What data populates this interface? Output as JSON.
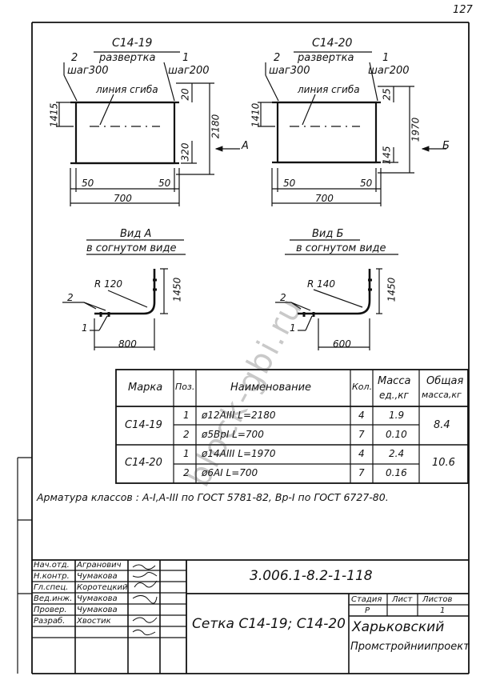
{
  "page_number": "127",
  "mesh1": {
    "title": "С14-19",
    "subtitle": "развертка",
    "pos2": "2",
    "step2": "шаг300",
    "pos1": "1",
    "step1": "шаг200",
    "bend_line": "линия сгиба",
    "dim_left": "1415",
    "dim_top_right": "20",
    "dim_height": "2180",
    "dim_lower": "320",
    "dim_bl": "50",
    "dim_br": "50",
    "dim_width": "700",
    "view_arrow": "А"
  },
  "mesh2": {
    "title": "С14-20",
    "subtitle": "развертка",
    "pos2": "2",
    "step2": "шаг300",
    "pos1": "1",
    "step1": "шаг200",
    "bend_line": "линия сгиба",
    "dim_left": "1410",
    "dim_top_right": "25",
    "dim_height": "1970",
    "dim_lower": "145",
    "dim_bl": "50",
    "dim_br": "50",
    "dim_width": "700",
    "view_arrow": "Б"
  },
  "viewA": {
    "title": "Вид А",
    "subtitle": "в согнутом виде",
    "radius": "R 120",
    "height": "1450",
    "length": "800",
    "pos2": "2",
    "pos1": "1"
  },
  "viewB": {
    "title": "Вид Б",
    "subtitle": "в согнутом виде",
    "radius": "R 140",
    "height": "1450",
    "length": "600",
    "pos2": "2",
    "pos1": "1"
  },
  "spec": {
    "headers": {
      "mark": "Марка",
      "pos": "Поз.",
      "name": "Наименование",
      "qty": "Кол.",
      "mass_unit_1": "Масса",
      "mass_unit_2": "ед.,кг",
      "mass_total_1": "Общая",
      "mass_total_2": "масса,кг"
    },
    "groups": [
      {
        "mark": "С14-19",
        "total": "8.4",
        "rows": [
          {
            "pos": "1",
            "name": "ø12АIII  L=2180",
            "qty": "4",
            "mass": "1.9"
          },
          {
            "pos": "2",
            "name": "ø5ВрI    L=700",
            "qty": "7",
            "mass": "0.10"
          }
        ]
      },
      {
        "mark": "С14-20",
        "total": "10.6",
        "rows": [
          {
            "pos": "1",
            "name": "ø14АIII  L=1970",
            "qty": "4",
            "mass": "2.4"
          },
          {
            "pos": "2",
            "name": "ø6АI     L=700",
            "qty": "7",
            "mass": "0.16"
          }
        ]
      }
    ]
  },
  "note": "Арматура классов : А-I,А-III по ГОСТ 5781-82, Вр-I по ГОСТ 6727-80.",
  "watermark": "block-gbi.ru",
  "stamp": {
    "doc_code": "3.006.1-8.2-1-118",
    "title": "Сетка С14-19; С14-20",
    "stage_label": "Стадия",
    "sheet_label": "Лист",
    "sheets_label": "Листов",
    "stage": "Р",
    "sheets": "1",
    "org1": "Харьковский",
    "org2": "Промстройниипроект",
    "people": [
      {
        "role": "Нач.отд.",
        "name": "Агранович"
      },
      {
        "role": "Н.контр.",
        "name": "Чумакова"
      },
      {
        "role": "Гл.спец.",
        "name": "Коротецкий"
      },
      {
        "role": "Вед.инж.",
        "name": "Чумакова"
      },
      {
        "role": "Провер.",
        "name": "Чумакова"
      },
      {
        "role": "Разраб.",
        "name": "Хвостик"
      }
    ]
  }
}
